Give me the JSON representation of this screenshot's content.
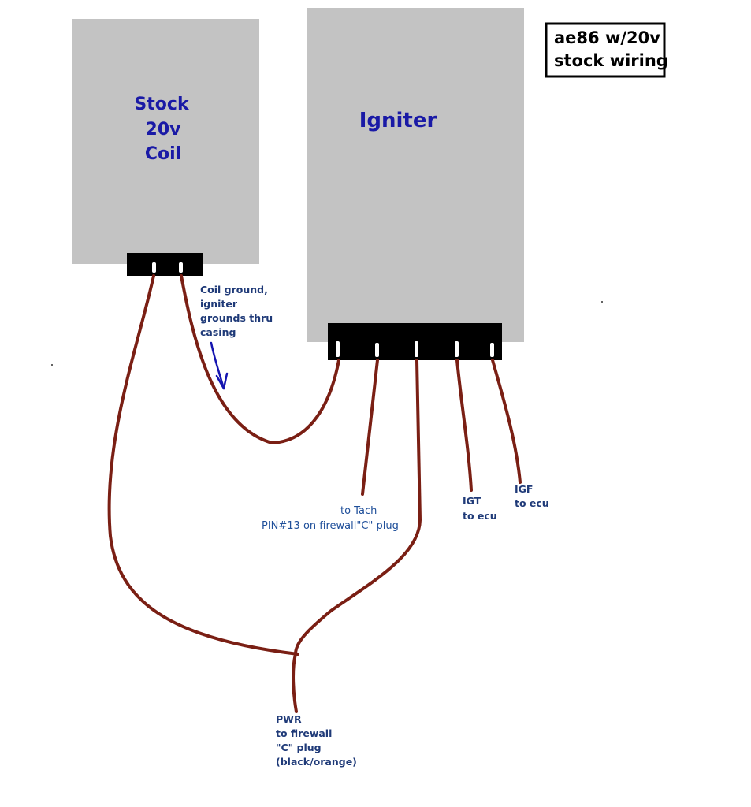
{
  "title": {
    "line1": "ae86 w/20v",
    "line2": "stock wiring"
  },
  "coil": {
    "line1": "Stock",
    "line2": "20v",
    "line3": "Coil"
  },
  "igniter": {
    "label": "Igniter"
  },
  "coil_ground_note": [
    "Coil ground,",
    "igniter",
    "grounds thru",
    "casing"
  ],
  "tach_note": [
    "to Tach",
    "PIN#13 on firewall\"C\" plug"
  ],
  "igt_note": [
    "IGT",
    "to ecu"
  ],
  "igf_note": [
    "IGF",
    "to ecu"
  ],
  "pwr_note": [
    "PWR",
    "to firewall",
    "\"C\" plug",
    "(black/orange)"
  ],
  "colors": {
    "box": "#c3c3c3",
    "wire": "#7a1f14",
    "label": "#1a1aa6",
    "note": "#1f3a78",
    "connector": "#000000"
  }
}
